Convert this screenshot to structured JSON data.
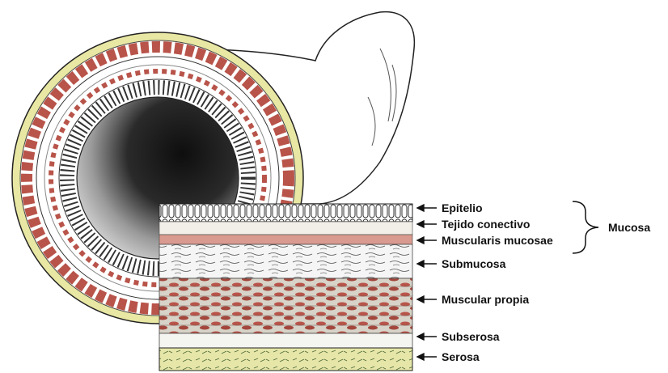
{
  "labels": {
    "epitelio": "Epitelio",
    "tejido_conectivo": "Tejido conectivo",
    "muscularis_mucosae": "Muscularis mucosae",
    "submucosa": "Submucosa",
    "muscular_propia": "Muscular propia",
    "subserosa": "Subserosa",
    "serosa": "Serosa",
    "mucosa": "Mucosa"
  },
  "colors": {
    "serosa_yellow": "#e8e7a3",
    "muscle_red": "#b8544a",
    "lumen_dark": "#1b1b1b",
    "outline": "#222222"
  }
}
